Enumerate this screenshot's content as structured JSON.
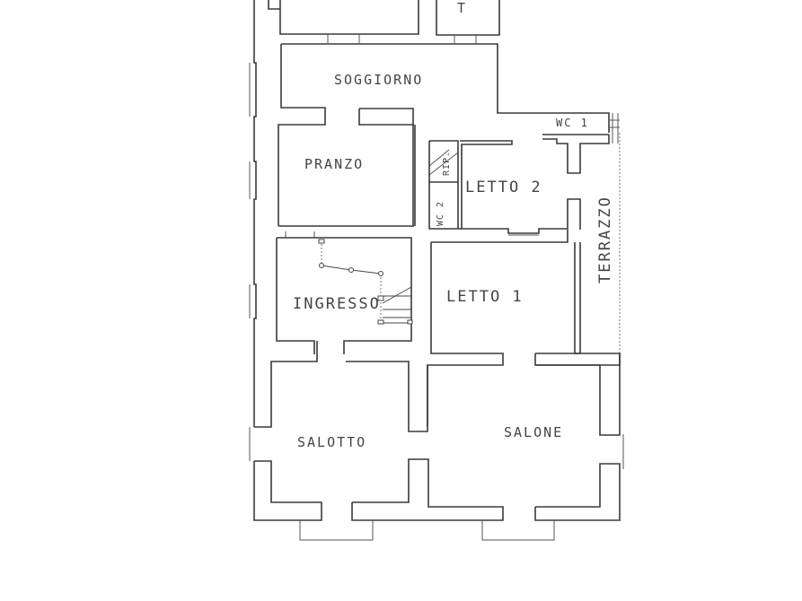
{
  "diagram": {
    "type": "floor-plan",
    "rooms": {
      "soggiorno": "SOGGIORNO",
      "pranzo": "PRANZO",
      "letto2": "LETTO 2",
      "letto1": "LETTO 1",
      "wc1": "WC 1",
      "wc2": "WC 2",
      "rip": "RIP.",
      "terrazzo": "TERRAZZO",
      "ingresso": "INGRESSO",
      "salotto": "SALOTTO",
      "salone": "SALONE",
      "top_right_partial": "T"
    },
    "colors": {
      "background": "#ffffff",
      "wall": "#3a3a3a",
      "text": "#444444"
    }
  }
}
